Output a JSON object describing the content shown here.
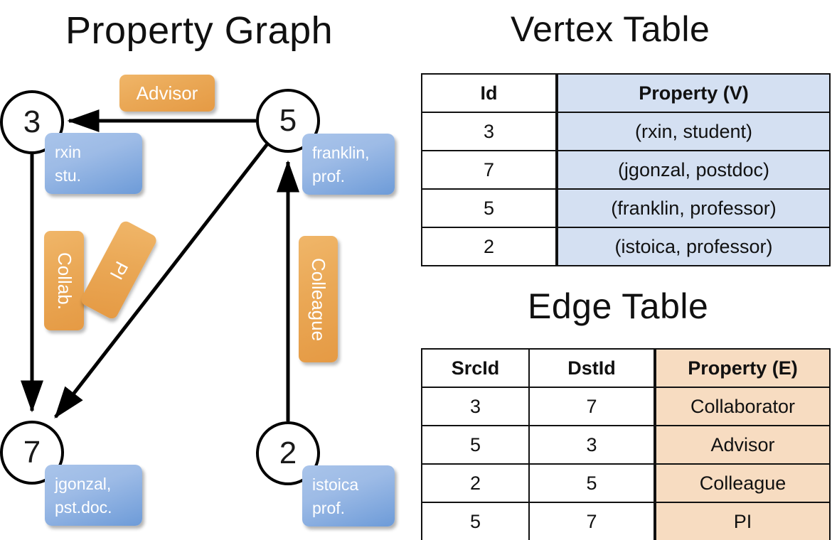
{
  "titles": {
    "property_graph": "Property Graph",
    "vertex_table": "Vertex Table",
    "edge_table": "Edge Table"
  },
  "graph": {
    "nodes": [
      {
        "id": "3",
        "label": "3",
        "property": "rxin\nstu."
      },
      {
        "id": "5",
        "label": "5",
        "property": "franklin,\nprof."
      },
      {
        "id": "7",
        "label": "7",
        "property": "jgonzal,\npst.doc."
      },
      {
        "id": "2",
        "label": "2",
        "property": "istoica\nprof."
      }
    ],
    "edge_labels": [
      {
        "name": "advisor",
        "text": "Advisor"
      },
      {
        "name": "collab",
        "text": "Collab."
      },
      {
        "name": "pi",
        "text": "PI"
      },
      {
        "name": "colleague",
        "text": "Colleague"
      }
    ],
    "edges": [
      {
        "src": "5",
        "dst": "3",
        "label": "Advisor"
      },
      {
        "src": "3",
        "dst": "7",
        "label": "Collab."
      },
      {
        "src": "5",
        "dst": "7",
        "label": "PI"
      },
      {
        "src": "2",
        "dst": "5",
        "label": "Colleague"
      }
    ]
  },
  "vertex_table": {
    "headers": [
      "Id",
      "Property (V)"
    ],
    "rows": [
      [
        "3",
        "(rxin, student)"
      ],
      [
        "7",
        "(jgonzal, postdoc)"
      ],
      [
        "5",
        "(franklin, professor)"
      ],
      [
        "2",
        "(istoica, professor)"
      ]
    ]
  },
  "edge_table": {
    "headers": [
      "SrcId",
      "DstId",
      "Property (E)"
    ],
    "rows": [
      [
        "3",
        "7",
        "Collaborator"
      ],
      [
        "5",
        "3",
        "Advisor"
      ],
      [
        "2",
        "5",
        "Colleague"
      ],
      [
        "5",
        "7",
        "PI"
      ]
    ]
  },
  "colors": {
    "vertex_property_fill": "#d4e0f2",
    "edge_property_fill": "#f7dcc1",
    "node_box_blue": "#8fb3e0",
    "edge_label_orange": "#eaa856",
    "border": "#111111",
    "background": "#ffffff"
  }
}
